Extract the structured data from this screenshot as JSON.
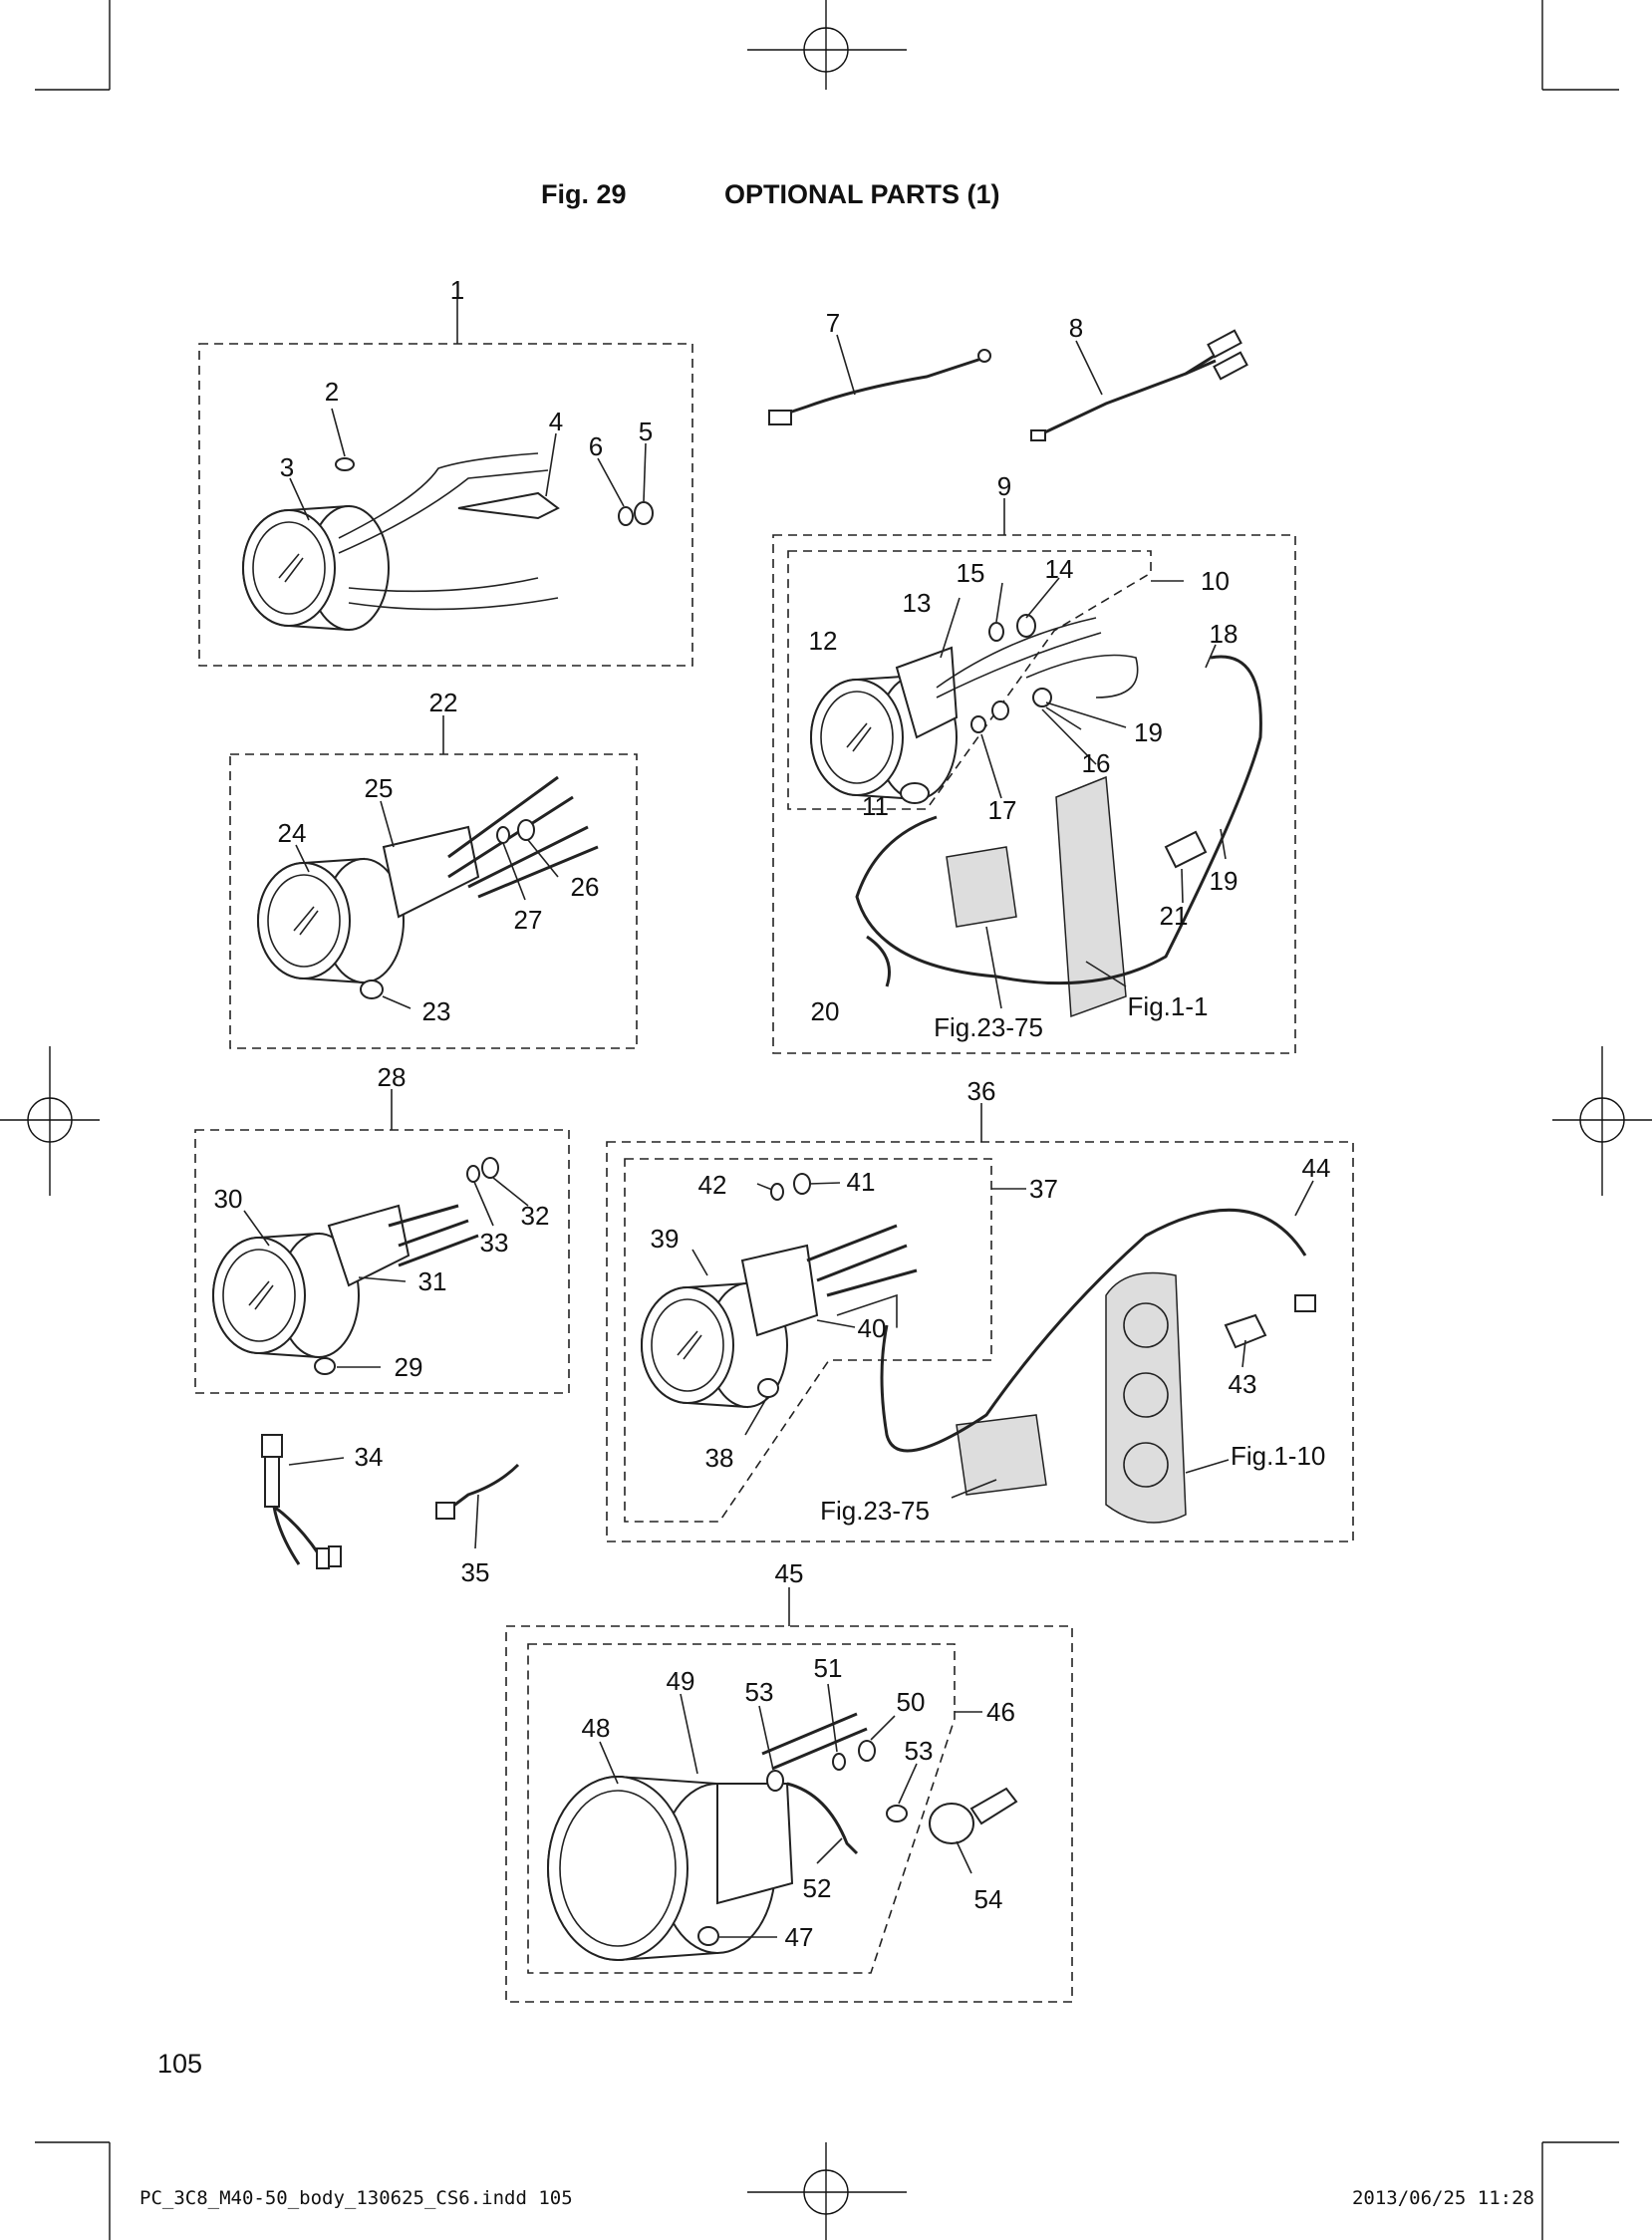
{
  "header": {
    "fig_number": "Fig. 29",
    "title": "OPTIONAL PARTS (1)"
  },
  "page_number": "105",
  "footer": {
    "file": "PC_3C8_M40-50_body_130625_CS6.indd  105",
    "date": "2013/06/25  11:28"
  },
  "callouts": {
    "c1": "1",
    "c2": "2",
    "c3": "3",
    "c4": "4",
    "c5": "5",
    "c6": "6",
    "c7": "7",
    "c8": "8",
    "c9": "9",
    "c10": "10",
    "c11": "11",
    "c12": "12",
    "c13": "13",
    "c14": "14",
    "c15": "15",
    "c16": "16",
    "c17": "17",
    "c18": "18",
    "c19a": "19",
    "c19b": "19",
    "c20": "20",
    "c21": "21",
    "c22": "22",
    "c23": "23",
    "c24": "24",
    "c25": "25",
    "c26": "26",
    "c27": "27",
    "c28": "28",
    "c29": "29",
    "c30": "30",
    "c31": "31",
    "c32": "32",
    "c33": "33",
    "c34": "34",
    "c35": "35",
    "c36": "36",
    "c37": "37",
    "c38": "38",
    "c39": "39",
    "c40": "40",
    "c41": "41",
    "c42": "42",
    "c43": "43",
    "c44": "44",
    "c45": "45",
    "c46": "46",
    "c47": "47",
    "c48": "48",
    "c49": "49",
    "c50": "50",
    "c51": "51",
    "c52": "52",
    "c53a": "53",
    "c53b": "53",
    "c54": "54"
  },
  "references": {
    "fig23_75_a": "Fig.23-75",
    "fig1_1": "Fig.1-1",
    "fig23_75_b": "Fig.23-75",
    "fig1_10": "Fig.1-10"
  }
}
